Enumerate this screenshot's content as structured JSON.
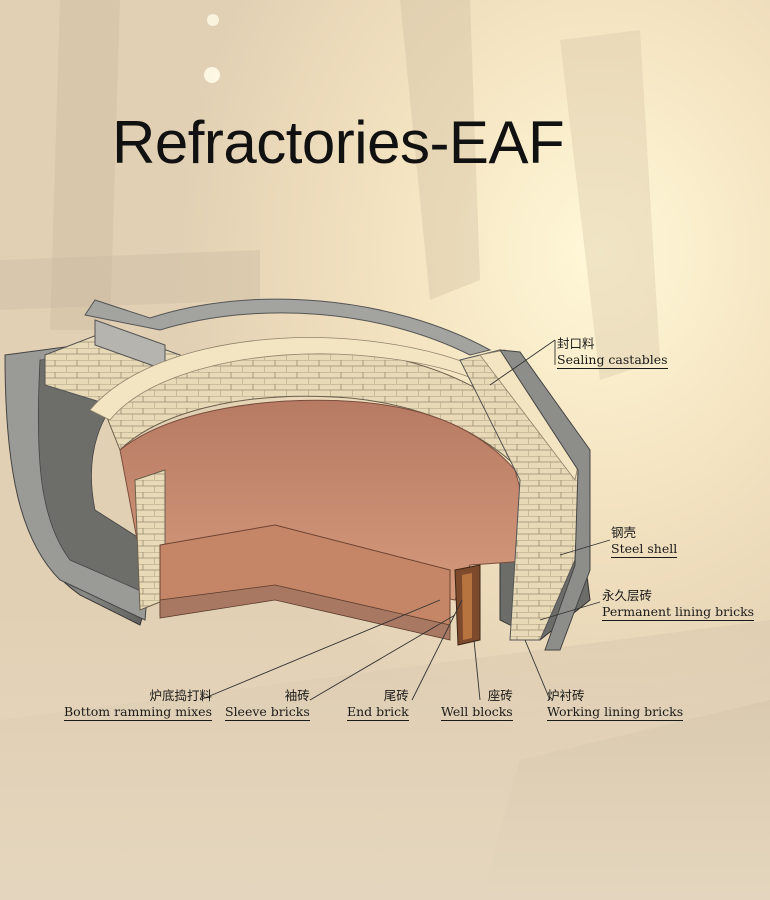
{
  "title": "Refractories-EAF",
  "labels": [
    {
      "id": "sealing-castables",
      "cn": "封口料",
      "en": "Sealing castables"
    },
    {
      "id": "steel-shell",
      "cn": "钢壳",
      "en": "Steel shell"
    },
    {
      "id": "permanent-lining-bricks",
      "cn": "永久层砖",
      "en": "Permanent lining bricks"
    },
    {
      "id": "bottom-ramming-mixes",
      "cn": "炉底捣打料",
      "en": "Bottom ramming mixes"
    },
    {
      "id": "sleeve-bricks",
      "cn": "袖砖",
      "en": "Sleeve bricks"
    },
    {
      "id": "end-brick",
      "cn": "尾砖",
      "en": "End brick"
    },
    {
      "id": "well-blocks",
      "cn": "座砖",
      "en": "Well blocks"
    },
    {
      "id": "working-lining-bricks",
      "cn": "炉衬砖",
      "en": "Working lining bricks"
    }
  ],
  "colors": {
    "background": "#e9dcc6",
    "hearth": "#c98a6e",
    "brick": "#e6d6b3",
    "shell": "#7a7a78",
    "title": "#111111"
  }
}
